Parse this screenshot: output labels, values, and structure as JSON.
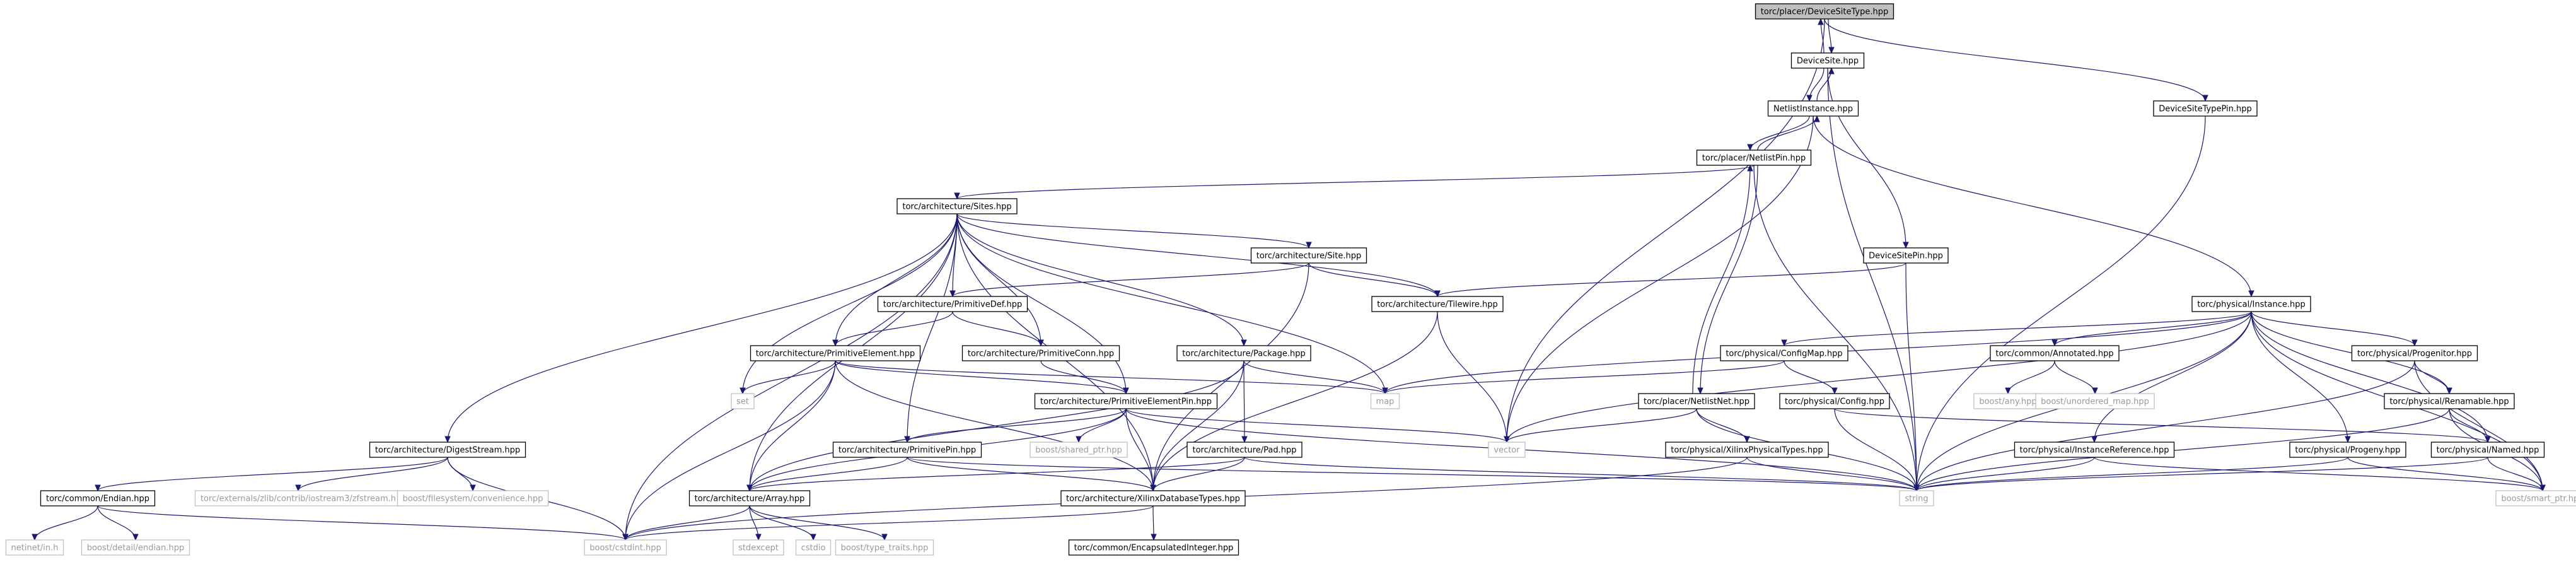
{
  "diagram": {
    "title": "",
    "colors": {
      "edge": "#191970",
      "focus_fill": "#bfbfbf",
      "box_border": "#000000",
      "system_text": "#9a9a9a"
    },
    "nodes": [
      {
        "id": "dst",
        "label": "torc/placer/DeviceSiteType.hpp",
        "kind": "focus"
      },
      {
        "id": "ds",
        "label": "DeviceSite.hpp",
        "kind": "box"
      },
      {
        "id": "dstp",
        "label": "DeviceSiteTypePin.hpp",
        "kind": "box"
      },
      {
        "id": "ni",
        "label": "NetlistInstance.hpp",
        "kind": "box"
      },
      {
        "id": "np",
        "label": "torc/placer/NetlistPin.hpp",
        "kind": "box"
      },
      {
        "id": "dsp",
        "label": "DeviceSitePin.hpp",
        "kind": "box"
      },
      {
        "id": "sites",
        "label": "torc/architecture/Sites.hpp",
        "kind": "box"
      },
      {
        "id": "site",
        "label": "torc/architecture/Site.hpp",
        "kind": "box"
      },
      {
        "id": "pdef",
        "label": "torc/architecture/PrimitiveDef.hpp",
        "kind": "box"
      },
      {
        "id": "tw",
        "label": "torc/architecture/Tilewire.hpp",
        "kind": "box"
      },
      {
        "id": "pel",
        "label": "torc/architecture/PrimitiveElement.hpp",
        "kind": "box"
      },
      {
        "id": "pconn",
        "label": "torc/architecture/PrimitiveConn.hpp",
        "kind": "box"
      },
      {
        "id": "pkg",
        "label": "torc/architecture/Package.hpp",
        "kind": "box"
      },
      {
        "id": "pelp",
        "label": "torc/architecture/PrimitiveElementPin.hpp",
        "kind": "box"
      },
      {
        "id": "set",
        "label": "set",
        "kind": "sys"
      },
      {
        "id": "map",
        "label": "map",
        "kind": "sys"
      },
      {
        "id": "vector",
        "label": "vector",
        "kind": "sys"
      },
      {
        "id": "dstream",
        "label": "torc/architecture/DigestStream.hpp",
        "kind": "box"
      },
      {
        "id": "ppin",
        "label": "torc/architecture/PrimitivePin.hpp",
        "kind": "box"
      },
      {
        "id": "bsp",
        "label": "boost/shared_ptr.hpp",
        "kind": "sys"
      },
      {
        "id": "pad",
        "label": "torc/architecture/Pad.hpp",
        "kind": "box"
      },
      {
        "id": "endian",
        "label": "torc/common/Endian.hpp",
        "kind": "box"
      },
      {
        "id": "zfs",
        "label": "torc/externals/zlib/contrib/iostream3/zfstream.h",
        "kind": "sys"
      },
      {
        "id": "bfs",
        "label": "boost/filesystem/convenience.hpp",
        "kind": "sys"
      },
      {
        "id": "array",
        "label": "torc/architecture/Array.hpp",
        "kind": "box"
      },
      {
        "id": "xdt",
        "label": "torc/architecture/XilinxDatabaseTypes.hpp",
        "kind": "box"
      },
      {
        "id": "netin",
        "label": "netinet/in.h",
        "kind": "sys"
      },
      {
        "id": "bde",
        "label": "boost/detail/endian.hpp",
        "kind": "sys"
      },
      {
        "id": "bcst",
        "label": "boost/cstdint.hpp",
        "kind": "sys"
      },
      {
        "id": "stdexcept",
        "label": "stdexcept",
        "kind": "sys"
      },
      {
        "id": "cstdio",
        "label": "cstdio",
        "kind": "sys"
      },
      {
        "id": "btt",
        "label": "boost/type_traits.hpp",
        "kind": "sys"
      },
      {
        "id": "eint",
        "label": "torc/common/EncapsulatedInteger.hpp",
        "kind": "box"
      },
      {
        "id": "pinst",
        "label": "torc/physical/Instance.hpp",
        "kind": "box"
      },
      {
        "id": "cmap",
        "label": "torc/physical/ConfigMap.hpp",
        "kind": "box"
      },
      {
        "id": "annot",
        "label": "torc/common/Annotated.hpp",
        "kind": "box"
      },
      {
        "id": "progen",
        "label": "torc/physical/Progenitor.hpp",
        "kind": "box"
      },
      {
        "id": "bany",
        "label": "boost/any.hpp",
        "kind": "sys"
      },
      {
        "id": "bum",
        "label": "boost/unordered_map.hpp",
        "kind": "sys"
      },
      {
        "id": "nnet",
        "label": "torc/placer/NetlistNet.hpp",
        "kind": "box"
      },
      {
        "id": "config",
        "label": "torc/physical/Config.hpp",
        "kind": "box"
      },
      {
        "id": "renam",
        "label": "torc/physical/Renamable.hpp",
        "kind": "box"
      },
      {
        "id": "xpt",
        "label": "torc/physical/XilinxPhysicalTypes.hpp",
        "kind": "box"
      },
      {
        "id": "iref",
        "label": "torc/physical/InstanceReference.hpp",
        "kind": "box"
      },
      {
        "id": "progeny",
        "label": "torc/physical/Progeny.hpp",
        "kind": "box"
      },
      {
        "id": "named",
        "label": "torc/physical/Named.hpp",
        "kind": "box"
      },
      {
        "id": "string",
        "label": "string",
        "kind": "sys"
      },
      {
        "id": "bsmart",
        "label": "boost/smart_ptr.hpp",
        "kind": "sys"
      }
    ],
    "edges": [
      [
        "dst",
        "ds"
      ],
      [
        "dst",
        "vector"
      ],
      [
        "dst",
        "dstp"
      ],
      [
        "ds",
        "dst"
      ],
      [
        "ds",
        "ni"
      ],
      [
        "ds",
        "dsp"
      ],
      [
        "ds",
        "string"
      ],
      [
        "dstp",
        "string"
      ],
      [
        "ni",
        "ds"
      ],
      [
        "ni",
        "np"
      ],
      [
        "ni",
        "vector"
      ],
      [
        "ni",
        "pinst"
      ],
      [
        "np",
        "ni"
      ],
      [
        "np",
        "sites"
      ],
      [
        "np",
        "nnet"
      ],
      [
        "np",
        "string"
      ],
      [
        "dsp",
        "tw"
      ],
      [
        "dsp",
        "string"
      ],
      [
        "sites",
        "site"
      ],
      [
        "sites",
        "pdef"
      ],
      [
        "sites",
        "pel"
      ],
      [
        "sites",
        "pconn"
      ],
      [
        "sites",
        "pkg"
      ],
      [
        "sites",
        "pelp"
      ],
      [
        "sites",
        "tw"
      ],
      [
        "sites",
        "map"
      ],
      [
        "sites",
        "set"
      ],
      [
        "sites",
        "dstream"
      ],
      [
        "sites",
        "ppin"
      ],
      [
        "sites",
        "array"
      ],
      [
        "sites",
        "xdt"
      ],
      [
        "sites",
        "bcst"
      ],
      [
        "site",
        "pdef"
      ],
      [
        "site",
        "tw"
      ],
      [
        "site",
        "xdt"
      ],
      [
        "pdef",
        "pel"
      ],
      [
        "pdef",
        "pconn"
      ],
      [
        "tw",
        "vector"
      ],
      [
        "tw",
        "xdt"
      ],
      [
        "pel",
        "set"
      ],
      [
        "pel",
        "map"
      ],
      [
        "pel",
        "pelp"
      ],
      [
        "pel",
        "array"
      ],
      [
        "pel",
        "xdt"
      ],
      [
        "pel",
        "bcst"
      ],
      [
        "pconn",
        "pelp"
      ],
      [
        "pkg",
        "pad"
      ],
      [
        "pkg",
        "map"
      ],
      [
        "pkg",
        "array"
      ],
      [
        "pkg",
        "xdt"
      ],
      [
        "pelp",
        "bsp"
      ],
      [
        "pelp",
        "ppin"
      ],
      [
        "pelp",
        "array"
      ],
      [
        "pelp",
        "xdt"
      ],
      [
        "pelp",
        "vector"
      ],
      [
        "pelp",
        "string"
      ],
      [
        "dstream",
        "endian"
      ],
      [
        "dstream",
        "zfs"
      ],
      [
        "dstream",
        "bfs"
      ],
      [
        "dstream",
        "bcst"
      ],
      [
        "ppin",
        "array"
      ],
      [
        "ppin",
        "xdt"
      ],
      [
        "ppin",
        "string"
      ],
      [
        "pad",
        "array"
      ],
      [
        "pad",
        "xdt"
      ],
      [
        "pad",
        "string"
      ],
      [
        "endian",
        "netin"
      ],
      [
        "endian",
        "bde"
      ],
      [
        "endian",
        "bcst"
      ],
      [
        "array",
        "bcst"
      ],
      [
        "array",
        "stdexcept"
      ],
      [
        "array",
        "cstdio"
      ],
      [
        "array",
        "btt"
      ],
      [
        "xdt",
        "bcst"
      ],
      [
        "xdt",
        "eint"
      ],
      [
        "pinst",
        "cmap"
      ],
      [
        "pinst",
        "annot"
      ],
      [
        "pinst",
        "progen"
      ],
      [
        "pinst",
        "renam"
      ],
      [
        "pinst",
        "iref"
      ],
      [
        "pinst",
        "progeny"
      ],
      [
        "pinst",
        "named"
      ],
      [
        "pinst",
        "bsmart"
      ],
      [
        "pinst",
        "vector"
      ],
      [
        "pinst",
        "map"
      ],
      [
        "pinst",
        "string"
      ],
      [
        "cmap",
        "map"
      ],
      [
        "cmap",
        "config"
      ],
      [
        "annot",
        "bany"
      ],
      [
        "annot",
        "bum"
      ],
      [
        "progen",
        "renam"
      ],
      [
        "progen",
        "bsmart"
      ],
      [
        "progen",
        "string"
      ],
      [
        "nnet",
        "np"
      ],
      [
        "nnet",
        "xpt"
      ],
      [
        "nnet",
        "vector"
      ],
      [
        "nnet",
        "string"
      ],
      [
        "config",
        "named"
      ],
      [
        "config",
        "string"
      ],
      [
        "renam",
        "named"
      ],
      [
        "renam",
        "bsmart"
      ],
      [
        "renam",
        "string"
      ],
      [
        "xpt",
        "bcst"
      ],
      [
        "xpt",
        "string"
      ],
      [
        "iref",
        "bsmart"
      ],
      [
        "iref",
        "string"
      ],
      [
        "progeny",
        "bsmart"
      ],
      [
        "progeny",
        "string"
      ],
      [
        "named",
        "bsmart"
      ],
      [
        "named",
        "string"
      ]
    ]
  }
}
